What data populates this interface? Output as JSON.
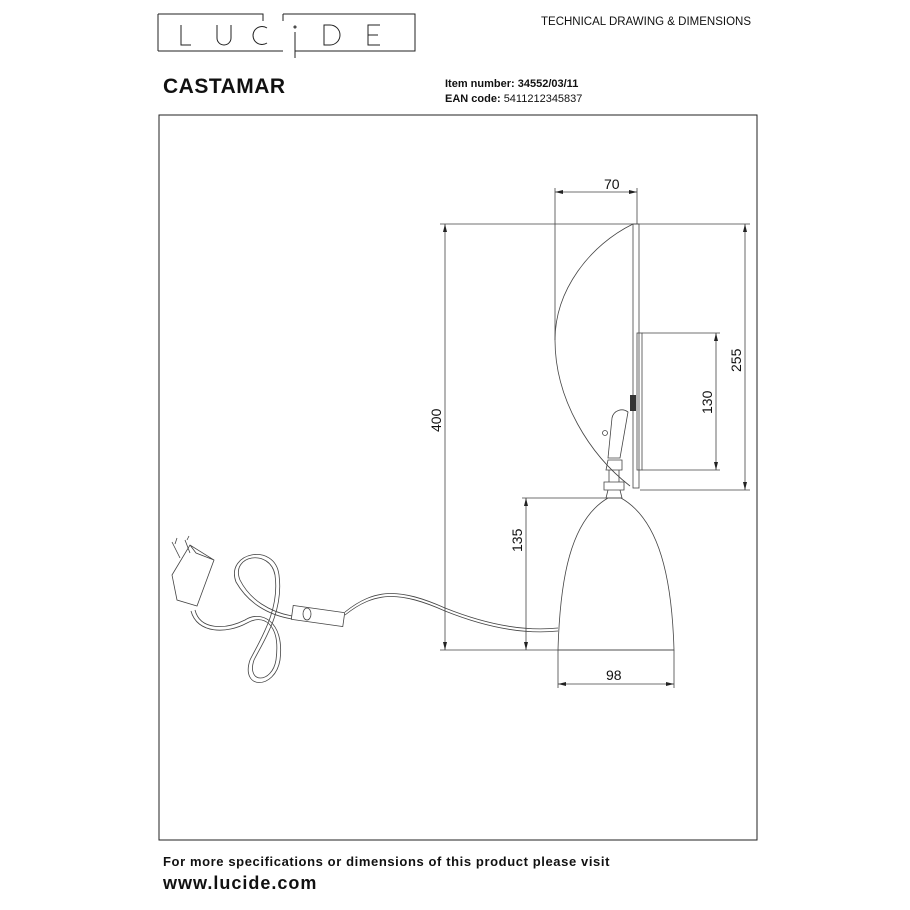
{
  "brand": {
    "logo_text": "LUCIDE"
  },
  "header": {
    "doc_type": "TECHNICAL DRAWING & DIMENSIONS",
    "product_name": "CASTAMAR"
  },
  "item": {
    "item_label": "Item number:",
    "item_value": "34552/03/11",
    "ean_label": "EAN code:",
    "ean_value": "5411212345837"
  },
  "dimensions": {
    "shade_depth": "70",
    "total_height": "400",
    "shade_height": "255",
    "plate_height": "130",
    "base_height": "135",
    "base_width": "98"
  },
  "footer": {
    "line1": "For more specifications or dimensions of this product please visit",
    "url": "www.lucide.com"
  }
}
